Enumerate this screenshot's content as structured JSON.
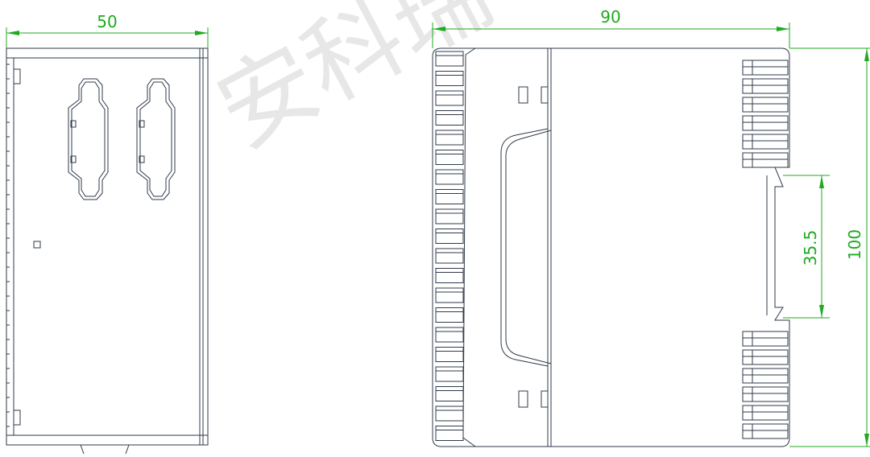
{
  "drawing": {
    "front_view": {
      "width_label": "50"
    },
    "side_view": {
      "width_label": "90",
      "rail_label": "35.5",
      "height_label": "100"
    },
    "watermark": "安科瑞"
  },
  "colors": {
    "outline": "#2f3a4a",
    "dimension": "#1faa1f",
    "watermark": "#d0d0d0",
    "background": "#ffffff"
  }
}
